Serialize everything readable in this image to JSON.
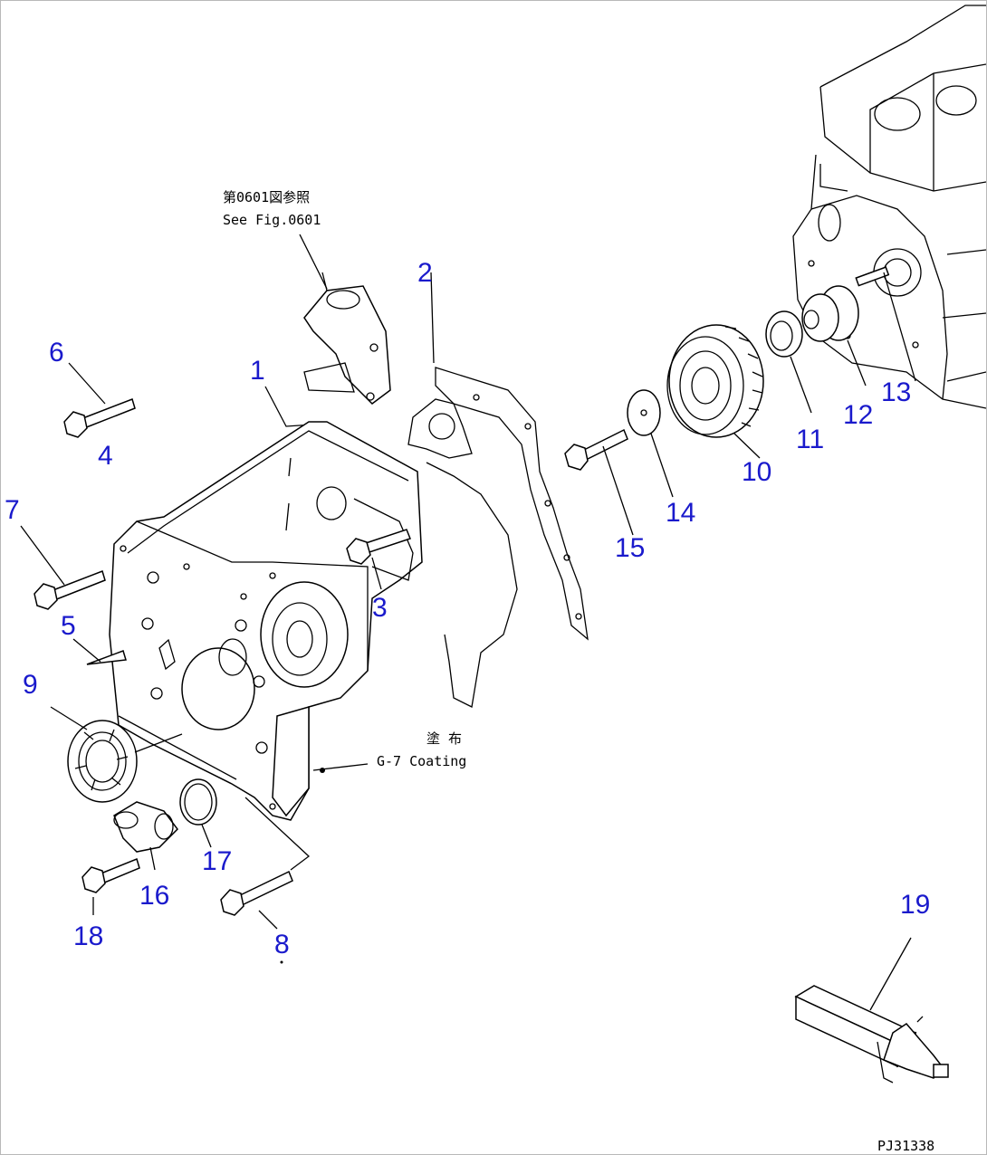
{
  "colors": {
    "callout": "#1a1acc",
    "line": "#000000",
    "background": "#ffffff"
  },
  "notes": {
    "ref_jp": "第0601図参照",
    "ref_en": "See Fig.0601",
    "coating_jp": "塗 布",
    "coating_en": "G-7 Coating"
  },
  "drawing_id": "PJ31338",
  "callouts": {
    "c1": "1",
    "c2": "2",
    "c3": "3",
    "c4": "4",
    "c5": "5",
    "c6": "6",
    "c7": "7",
    "c8": "8",
    "c9": "9",
    "c10": "10",
    "c11": "11",
    "c12": "12",
    "c13": "13",
    "c14": "14",
    "c15": "15",
    "c16": "16",
    "c17": "17",
    "c18": "18",
    "c19": "19"
  }
}
